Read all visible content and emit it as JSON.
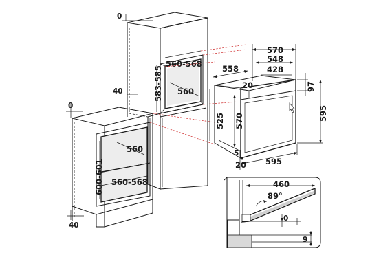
{
  "diagram": {
    "tall_cabinet": {
      "top_gap": "0",
      "niche_width": "560-568",
      "niche_depth": "560",
      "niche_height": "583-585",
      "side_gap": "40"
    },
    "base_cabinet": {
      "top_gap": "0",
      "niche_depth": "560",
      "niche_height": "600-601",
      "niche_width": "560-568",
      "bottom_gap": "40"
    },
    "oven": {
      "width_top": "570",
      "width_mid": "548",
      "width_inner": "428",
      "depth": "558",
      "front_offset": "20",
      "panel_height": "97",
      "total_height": "595",
      "body_height": "570",
      "box_height": "525",
      "bottom_offset": "5",
      "front_width": "595",
      "bottom_gap": "20"
    },
    "door_detail": {
      "opening_length": "460",
      "opening_angle": "89°",
      "clearance_top": "0",
      "clearance_bottom": "9"
    }
  }
}
